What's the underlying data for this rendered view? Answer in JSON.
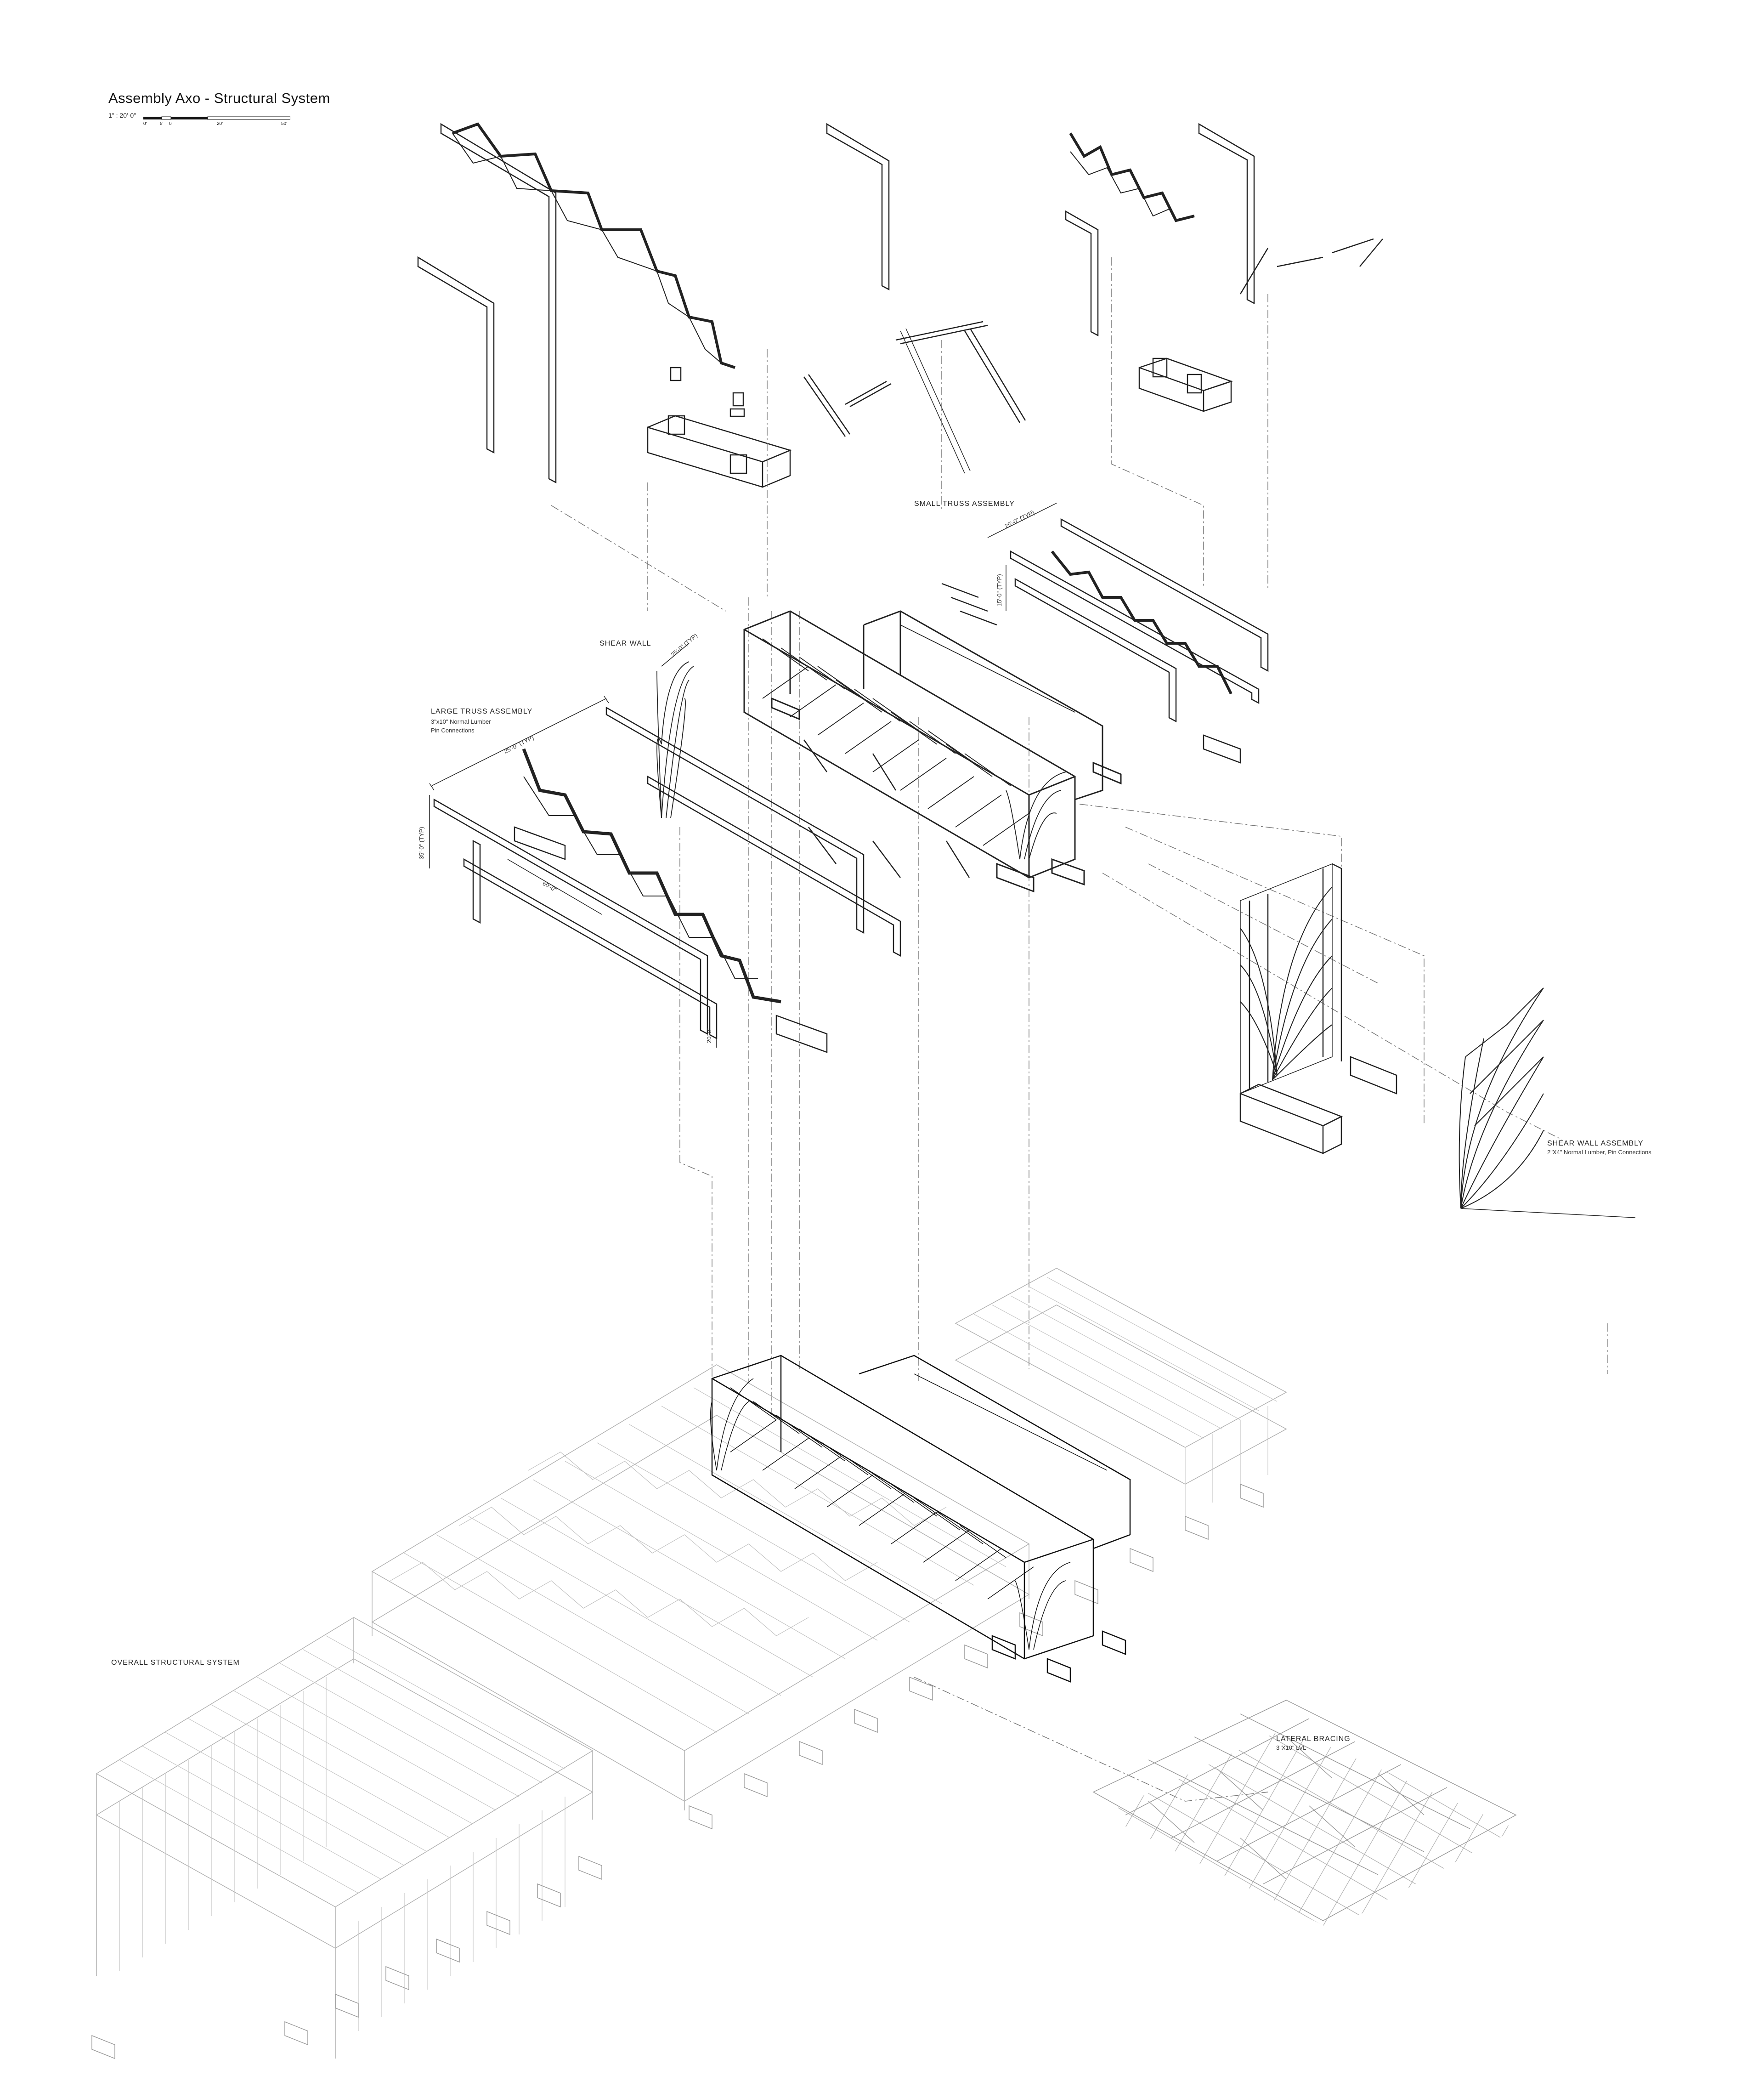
{
  "title": "Assembly Axo - Structural System",
  "scale": {
    "text": "1\" : 20'-0\"",
    "ticks": [
      "0'",
      "5'",
      "0'",
      "20'",
      "50'"
    ]
  },
  "labels": {
    "small_truss": "SMALL TRUSS ASSEMBLY",
    "shear_wall": "SHEAR WALL",
    "large_truss": "LARGE TRUSS ASSEMBLY",
    "large_truss_spec_1": "3\"x10\" Normal Lumber",
    "large_truss_spec_2": "Pin Connections",
    "shear_wall_assembly": "SHEAR WALL ASSEMBLY",
    "shear_wall_assembly_spec": "2\"X4\" Normal Lumber, Pin Connections",
    "overall": "OVERALL STRUCTURAL SYSTEM",
    "lateral_bracing": "LATERAL BRACING",
    "lateral_bracing_spec": "3\"X10\" LVL"
  },
  "dimensions": {
    "large_width": "25'-0\" (TYP)",
    "large_height": "35'-0\" (TYP)",
    "large_length": "60'-0\"",
    "large_depth": "20'-0\"",
    "small_width": "25'-0\" (TYP)",
    "small_height": "15'-0\" (TYP)",
    "shear_width": "25'-0\" (TYP)"
  },
  "colors": {
    "ink": "#111111",
    "light_ink": "#9a9a9a",
    "paper": "#ffffff"
  }
}
